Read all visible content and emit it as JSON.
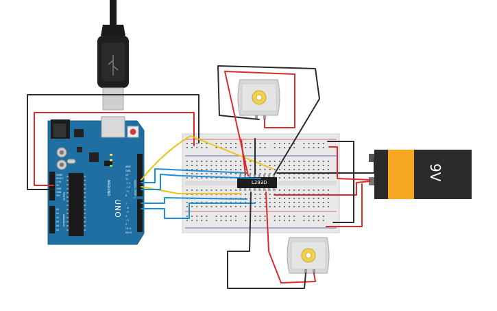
{
  "driver_chip": {
    "label": "L293D"
  },
  "arduino": {
    "model_label": "UNO",
    "brand_label": "ARDUINO",
    "power_pins": [
      "IOREF",
      "RESET",
      "3.3V",
      "5V",
      "GND",
      "GND",
      "VIN"
    ],
    "analog_pins": [
      "A0",
      "A1",
      "A2",
      "A3",
      "A4",
      "A5"
    ],
    "top_header_labels": [
      "AREF",
      "GND",
      "13",
      "12",
      "~11",
      "~10",
      "~9",
      "8"
    ],
    "bottom_header_labels": [
      "7",
      "~6",
      "~5",
      "4",
      "~3",
      "2",
      "TX→1",
      "RX←0"
    ],
    "digital_label": "DIGITAL (PWM~)",
    "power_label": "POWER",
    "analog_label": "ANALOG IN"
  },
  "battery": {
    "label": "9V"
  },
  "colors": {
    "arduino_board": "#1f6fa3",
    "battery_body": "#f6a623",
    "battery_band": "#2b2b2b",
    "wire_red": "#d92b2b",
    "wire_black": "#2a2a2a",
    "wire_yellow": "#e8c51a",
    "wire_blue": "#1a8fd4",
    "breadboard": "#e9e9e9"
  },
  "components": [
    {
      "name": "usb-cable",
      "icon": "usb-plug-icon"
    },
    {
      "name": "arduino-uno",
      "icon": "microcontroller-board-icon"
    },
    {
      "name": "breadboard",
      "icon": "breadboard-icon"
    },
    {
      "name": "dc-motor-top",
      "icon": "dc-motor-icon"
    },
    {
      "name": "dc-motor-bottom",
      "icon": "dc-motor-icon"
    },
    {
      "name": "battery-9v",
      "icon": "battery-icon"
    }
  ]
}
